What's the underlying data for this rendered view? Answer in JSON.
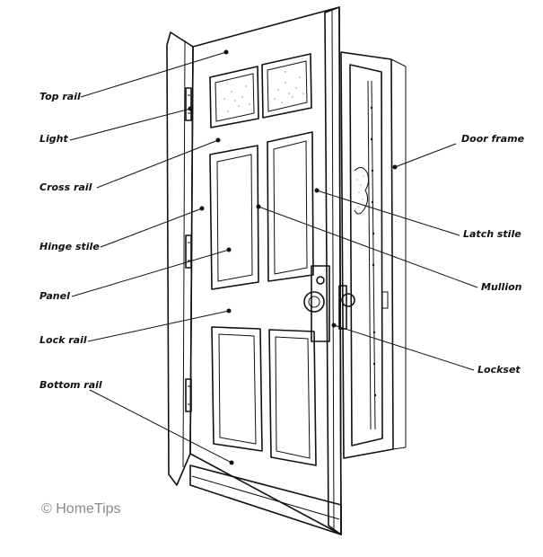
{
  "labels": {
    "top_rail": "Top rail",
    "light": "Light",
    "cross_rail": "Cross rail",
    "hinge_stile": "Hinge stile",
    "panel": "Panel",
    "lock_rail": "Lock rail",
    "bottom_rail": "Bottom rail",
    "door_frame": "Door frame",
    "latch_stile": "Latch stile",
    "mullion": "Mullion",
    "lockset": "Lockset"
  },
  "credit": "© HomeTips",
  "colors": {
    "ink": "#111111",
    "glass": "#cfcfcf",
    "credit": "#8a8a8a"
  }
}
